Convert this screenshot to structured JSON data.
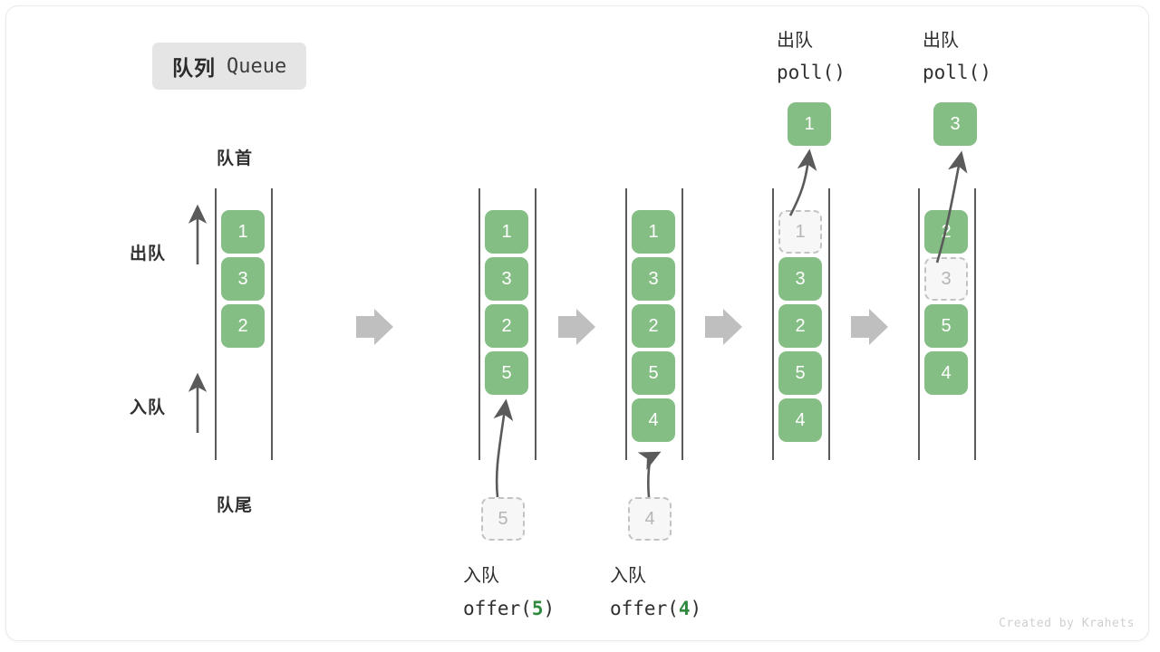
{
  "title": {
    "cn": "队列",
    "en": "Queue"
  },
  "labels": {
    "head": "队首",
    "tail": "队尾",
    "dequeue": "出队",
    "enqueue": "入队"
  },
  "watermark": "Created by Krahets",
  "colors": {
    "cell_fill": "#85be85",
    "cell_text": "#ffffff",
    "ghost_fill": "#f7f7f7",
    "ghost_border": "#c3c3c3",
    "ghost_text": "#b5b5b5",
    "rail": "#5a5a5a",
    "arrow_block": "#bfbfbf",
    "accent_num": "#2f8a3f",
    "badge_bg": "#e5e5e5",
    "text": "#2f2f2f"
  },
  "stages": [
    {
      "id": "initial",
      "cells": [
        "1",
        "3",
        "2"
      ],
      "ghost_index": null,
      "ghost_value": null,
      "popped_value": null,
      "caption_cn": null,
      "caption_code": null,
      "caption_num": null,
      "incoming_value": null
    },
    {
      "id": "offer-5",
      "cells": [
        "1",
        "3",
        "2",
        "5"
      ],
      "ghost_index": null,
      "ghost_value": null,
      "popped_value": null,
      "caption_cn": "入队",
      "caption_code_prefix": "offer(",
      "caption_num": "5",
      "caption_code_suffix": ")",
      "incoming_value": "5"
    },
    {
      "id": "offer-4",
      "cells": [
        "1",
        "3",
        "2",
        "5",
        "4"
      ],
      "ghost_index": null,
      "ghost_value": null,
      "popped_value": null,
      "caption_cn": "入队",
      "caption_code_prefix": "offer(",
      "caption_num": "4",
      "caption_code_suffix": ")",
      "incoming_value": "4"
    },
    {
      "id": "poll-1",
      "cells": [
        "3",
        "2",
        "5",
        "4"
      ],
      "ghost_index": 0,
      "ghost_value": "1",
      "popped_value": "1",
      "top_caption_cn": "出队",
      "top_caption_code": "poll()"
    },
    {
      "id": "poll-3",
      "cells": [
        "2",
        "5",
        "4"
      ],
      "ghost_index": 1,
      "ghost_value": "3",
      "popped_value": "3",
      "top_caption_cn": "出队",
      "top_caption_code": "poll()"
    }
  ]
}
